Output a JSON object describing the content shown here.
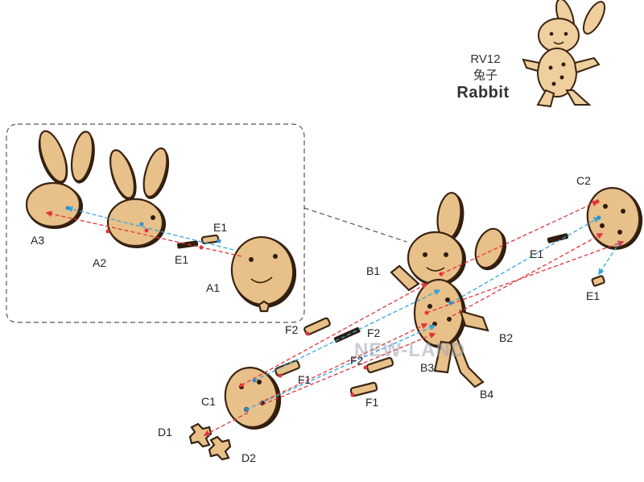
{
  "header": {
    "model_code": "RV12",
    "name_cn": "兔子",
    "name_en": "Rabbit"
  },
  "watermark": "NEW-LAND",
  "parts": {
    "a3": "A3",
    "a2": "A2",
    "a1": "A1",
    "e1_inset_top": "E1",
    "e1_inset_bottom": "E1",
    "b1": "B1",
    "b2": "B2",
    "b3": "B3",
    "b4": "B4",
    "c1": "C1",
    "c2": "C2",
    "d1": "D1",
    "d2": "D2",
    "e1_right_top": "E1",
    "e1_right_bottom": "E1",
    "f2_left": "F2",
    "f2_mid": "F2",
    "f2_low": "F2",
    "f1_upper": "F1",
    "f1_lower": "F1"
  },
  "colors": {
    "wood": "#e8c089",
    "wood_edge": "#2e1c0d",
    "guide_red": "#e1343c",
    "guide_blue": "#35a6dc"
  }
}
